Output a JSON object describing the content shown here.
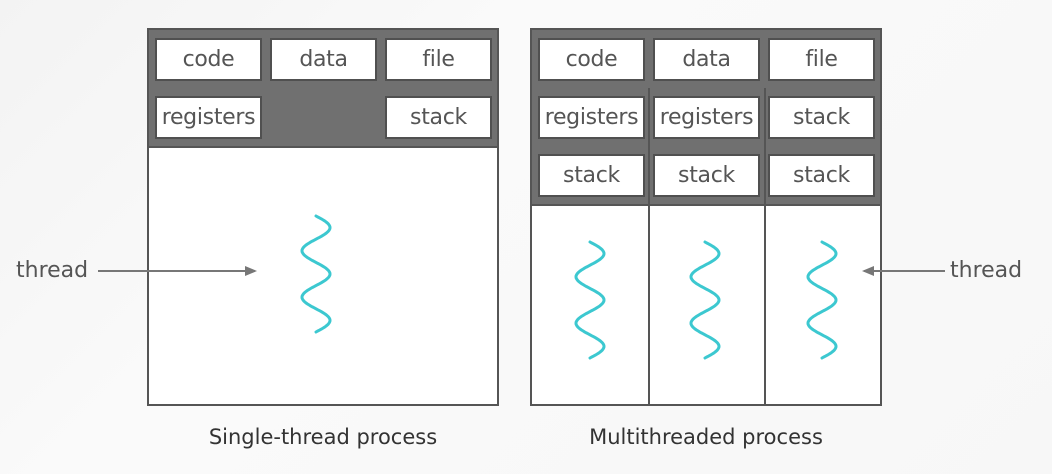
{
  "single": {
    "code": "code",
    "data": "data",
    "file": "file",
    "registers": "registers",
    "stack": "stack",
    "caption": "Single-thread process"
  },
  "multi": {
    "code": "code",
    "data": "data",
    "file": "file",
    "registers": [
      "registers",
      "registers",
      "stack"
    ],
    "stacks": [
      "stack",
      "stack",
      "stack"
    ],
    "caption": "Multithreaded process"
  },
  "labels": {
    "thread_left": "thread",
    "thread_right": "thread"
  },
  "colors": {
    "thread": "#3cc8d0",
    "band": "#707070",
    "border": "#555555"
  }
}
